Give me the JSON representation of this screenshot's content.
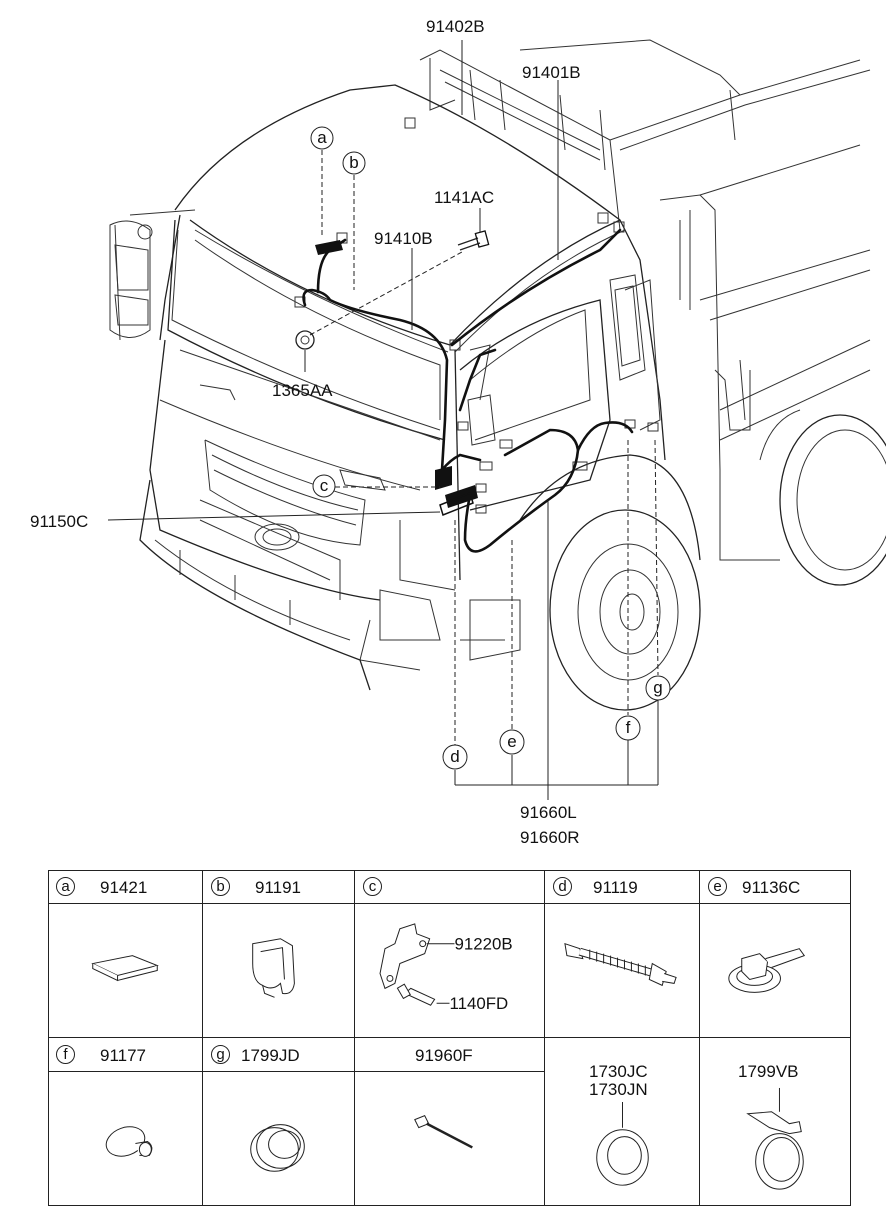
{
  "diagram": {
    "callouts": {
      "p91402B": "91402B",
      "p91401B": "91401B",
      "p1141AC": "1141AC",
      "p91410B": "91410B",
      "p1365AA": "1365AA",
      "p91150C": "91150C",
      "p91660L": "91660L",
      "p91660R": "91660R"
    },
    "letters": [
      "a",
      "b",
      "c",
      "d",
      "e",
      "f",
      "g"
    ]
  },
  "parts_table": {
    "row1": [
      {
        "letter": "a",
        "part": "91421"
      },
      {
        "letter": "b",
        "part": "91191"
      },
      {
        "letter": "c",
        "part": "",
        "sub_parts": [
          "91220B",
          "1140FD"
        ]
      },
      {
        "letter": "d",
        "part": "91119"
      },
      {
        "letter": "e",
        "part": "91136C"
      }
    ],
    "row2": [
      {
        "letter": "f",
        "part": "91177"
      },
      {
        "letter": "g",
        "part": "1799JD"
      },
      {
        "letter": "",
        "part": "91960F"
      },
      {
        "letter": "",
        "part": "",
        "parts_in_cell": [
          "1730JC",
          "1730JN"
        ]
      },
      {
        "letter": "",
        "part": "",
        "parts_in_cell": [
          "1799VB"
        ]
      }
    ]
  }
}
